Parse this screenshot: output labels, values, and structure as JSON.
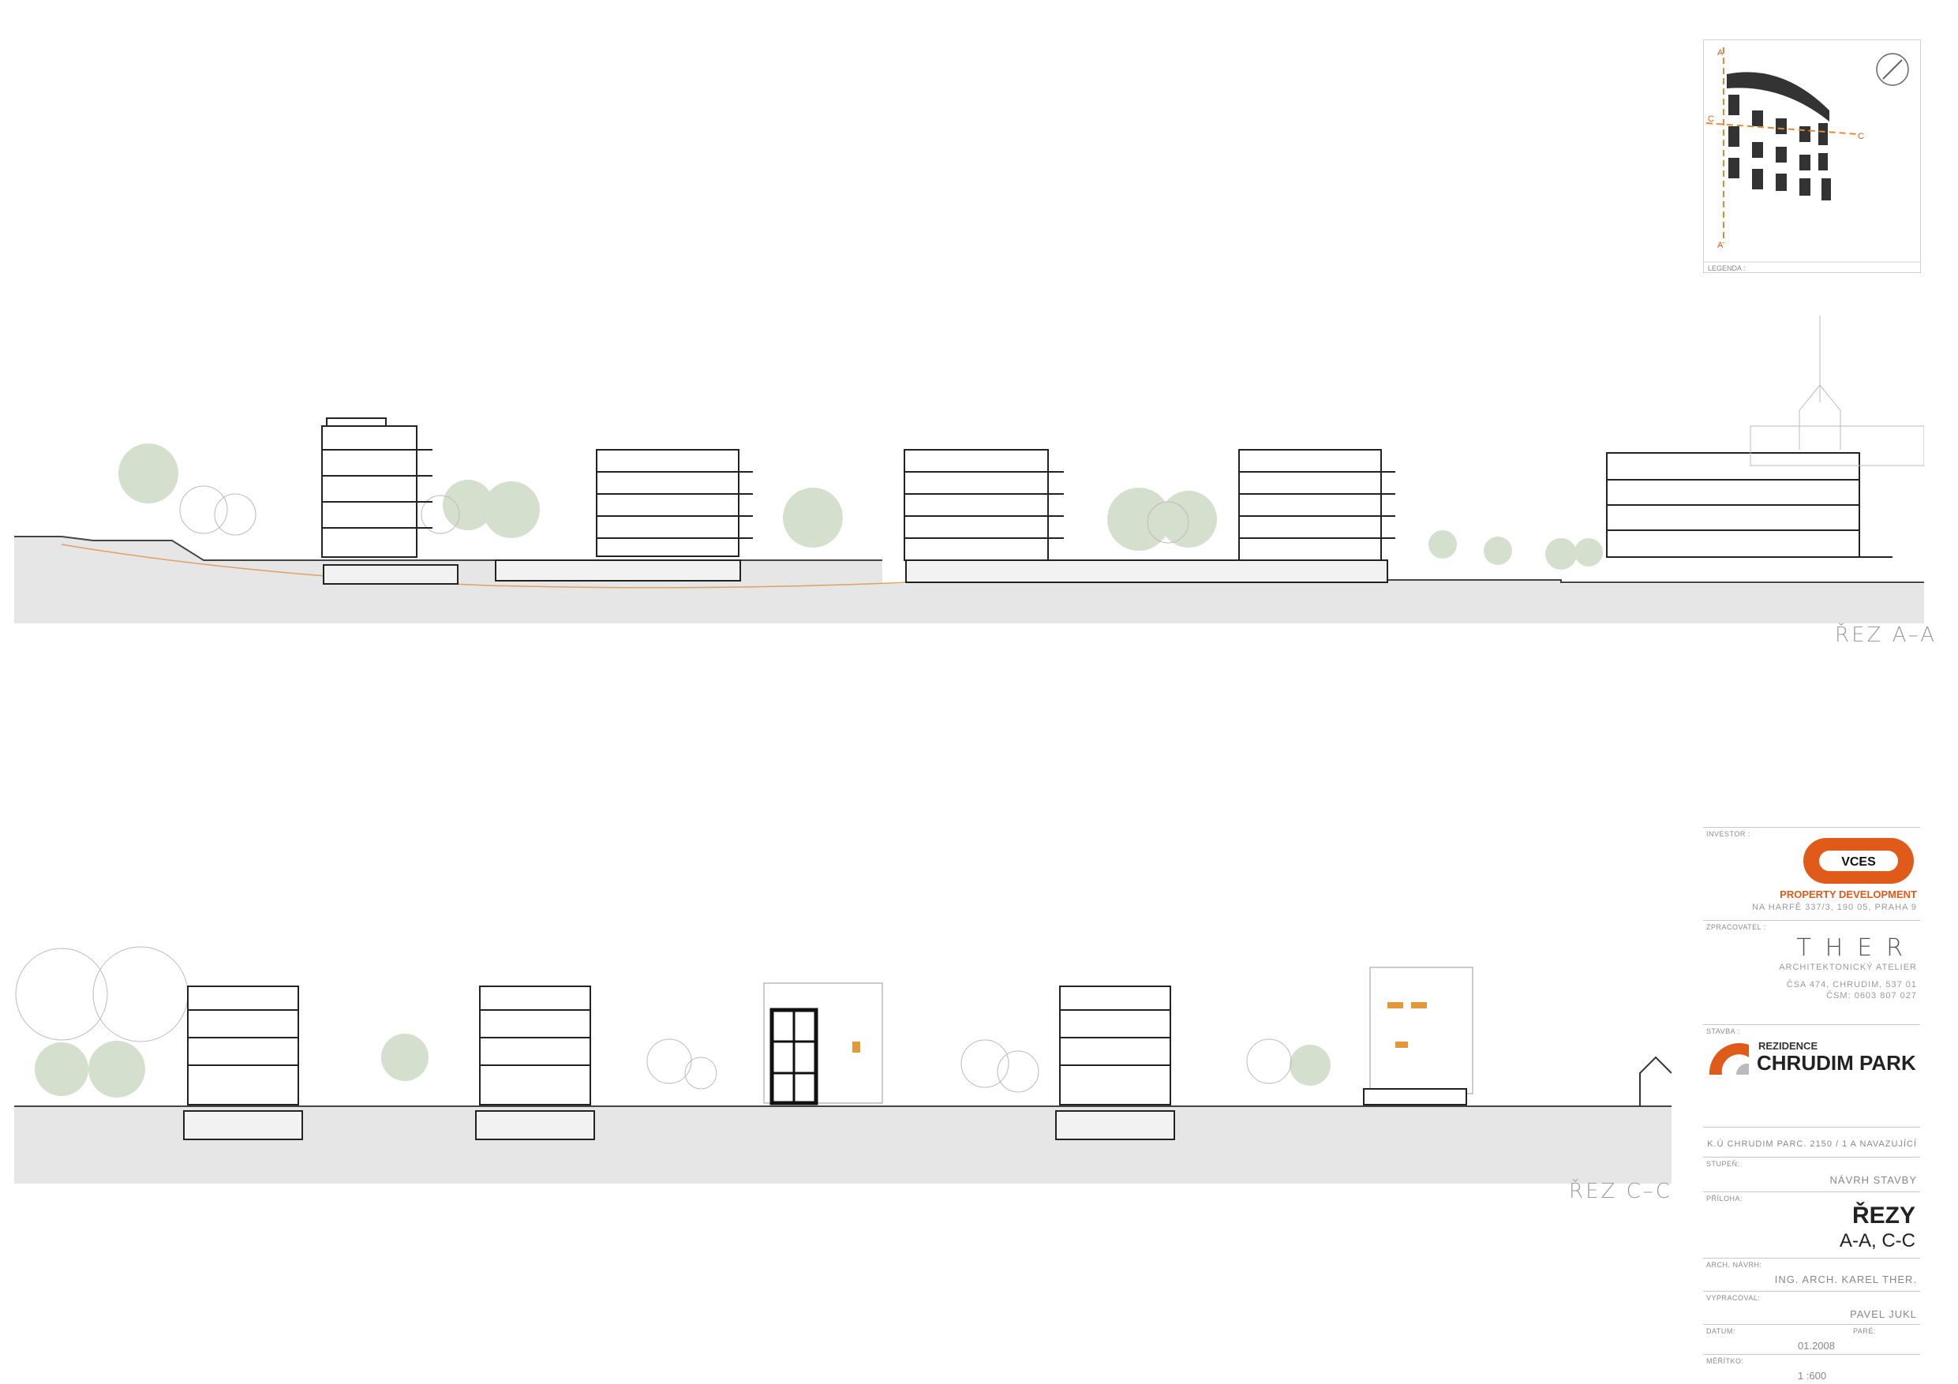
{
  "sections": {
    "aa_title": "ŘEZ A–A",
    "cc_title": "ŘEZ C–C"
  },
  "key_plan": {
    "legend_label": "LEGENDA :",
    "marker_a": "A",
    "marker_c": "C"
  },
  "title_block": {
    "investor_label": "INVESTOR :",
    "investor_logo_text": "VCES",
    "investor_subtitle": "PROPERTY DEVELOPMENT",
    "investor_address": "NA HARFĚ 337/3, 190 05, PRAHA 9",
    "processor_label": "ZPRACOVATEL :",
    "processor_name": "THER",
    "processor_subtitle": "ARCHITEKTONICKÝ ATELIER",
    "processor_address": "ČSA 474, CHRUDIM, 537 01",
    "processor_phone": "ČSM: 0603 807 027",
    "building_label": "STAVBA :",
    "project_prefix": "REZIDENCE",
    "project_name": "CHRUDIM PARK",
    "plot": "K.Ú CHRUDIM PARC. 2150 / 1 A NAVAZUJÍCÍ",
    "stage_label": "STUPEŇ:",
    "stage": "NÁVRH STAVBY",
    "attachment_label": "PŘÍLOHA:",
    "attachment_title": "ŘEZY",
    "attachment_subtitle": "A-A, C-C",
    "architect_label": "ARCH. NÁVRH:",
    "architect": "ING. ARCH. KAREL THER.",
    "drawn_label": "VYPRACOVAL:",
    "drawn_by": "PAVEL JUKL",
    "date_label": "DATUM:",
    "date": "01.2008",
    "copy_label": "PARÉ:",
    "scale_label": "MĚŘÍTKO:",
    "scale": "1 :600"
  },
  "colors": {
    "ground": "#e6e6e6",
    "accent_orange": "#e05a1a",
    "tree_green": "#c9d6bf",
    "line": "#333333"
  }
}
